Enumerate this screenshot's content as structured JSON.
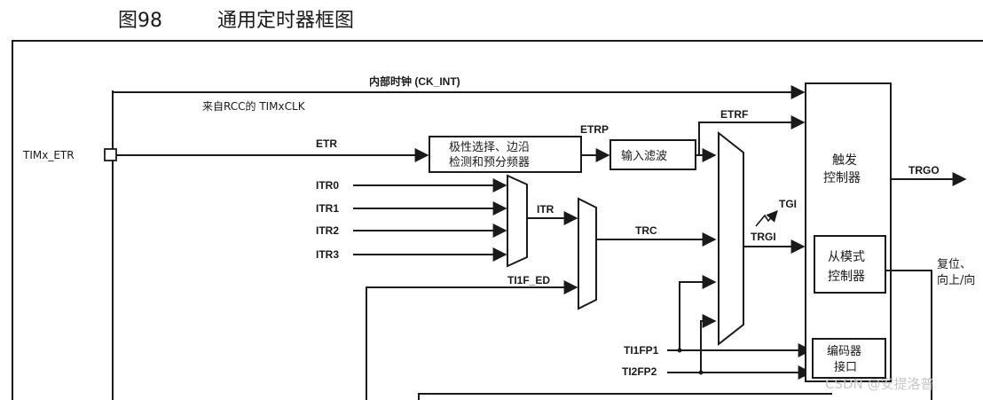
{
  "header": {
    "figure_num": "图98",
    "figure_title": "通用定时器框图"
  },
  "signals": {
    "ck_int": "内部时钟 (CK_INT)",
    "rcc_clk": "来自RCC的 TIMxCLK",
    "timx_etr": "TIMx_ETR",
    "etr": "ETR",
    "etrp": "ETRP",
    "etrf": "ETRF",
    "itr0": "ITR0",
    "itr1": "ITR1",
    "itr2": "ITR2",
    "itr3": "ITR3",
    "itr": "ITR",
    "trc": "TRC",
    "tgi": "TGI",
    "trgi": "TRGI",
    "trgo": "TRGO",
    "ti1f_ed": "TI1F_ED",
    "ti1fp1": "TI1FP1",
    "ti2fp2": "TI2FP2"
  },
  "blocks": {
    "polarity_line1": "极性选择、边沿",
    "polarity_line2": "检测和预分频器",
    "input_filter": "输入滤波",
    "trigger_line1": "触发",
    "trigger_line2": "控制器",
    "slave_line1": "从模式",
    "slave_line2": "控制器",
    "encoder_line1": "编码器",
    "encoder_line2": "接口"
  },
  "side_text": {
    "reset_line1": "复位、",
    "reset_line2": "向上/向"
  },
  "watermark": "CSDN @安提洛普"
}
